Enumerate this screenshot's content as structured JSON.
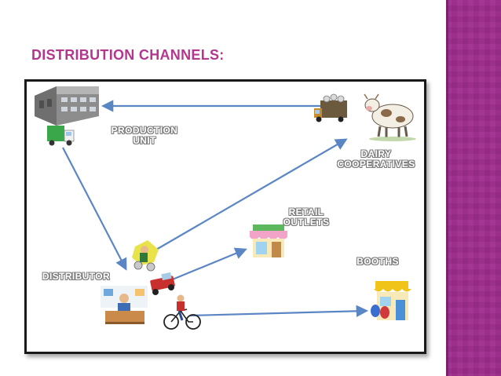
{
  "slide": {
    "title": "DISTRIBUTION CHANNELS:",
    "colors": {
      "title": "#b5368f",
      "side_band": "#9c2f8a",
      "arrow": "#5b86c4",
      "frame_border": "#1a1a1a"
    }
  },
  "diagram": {
    "nodes": {
      "production_unit": {
        "line1": "PRODUCTION",
        "line2": "UNIT",
        "icon": "factory-icon"
      },
      "dairy_cooperatives": {
        "line1": "DAIRY",
        "line2": "COOPERATIVES",
        "icon": "cow-icon"
      },
      "retail_outlets": {
        "line1": "RETAIL",
        "line2": "OUTLETS",
        "icon": "shop-icon"
      },
      "booths": {
        "label": "BOOTHS",
        "icon": "booth-icon"
      },
      "distributor": {
        "label": "DISTRIBUTOR",
        "icon": "office-desk-icon"
      }
    },
    "edges": [
      {
        "from": "dairy_cooperatives",
        "to": "production_unit",
        "vehicle": "milk-truck-icon"
      },
      {
        "from": "production_unit",
        "to": "distributor",
        "vehicle": "delivery-truck-icon"
      },
      {
        "from": "distributor",
        "to": "dairy_cooperatives",
        "vehicle": "milk-carrier-man-icon"
      },
      {
        "from": "distributor",
        "to": "retail_outlets",
        "vehicle": "pickup-van-icon"
      },
      {
        "from": "distributor",
        "to": "booths",
        "vehicle": "bicycle-icon"
      }
    ]
  }
}
